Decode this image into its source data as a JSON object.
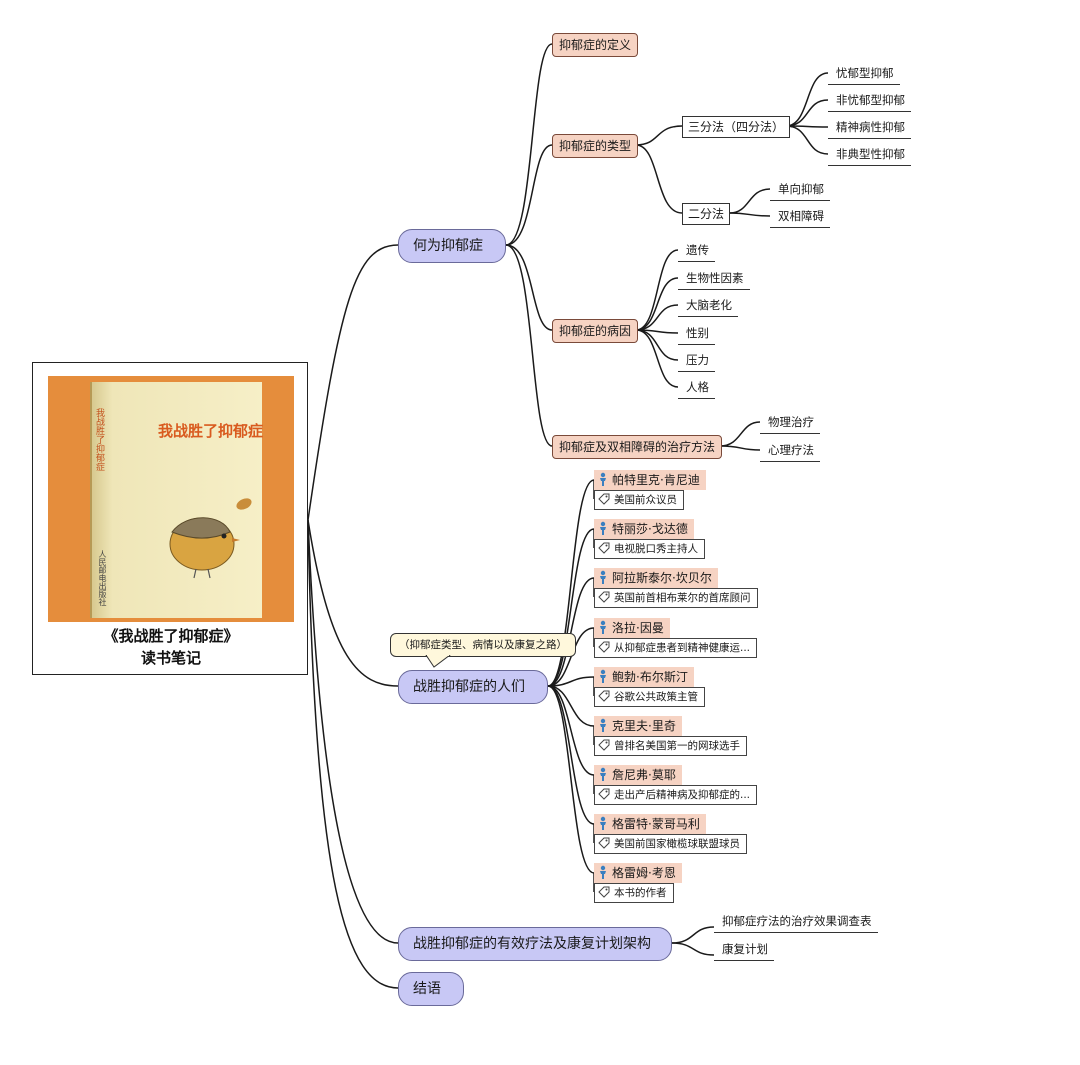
{
  "book": {
    "cover_title": "我战胜了抑郁症",
    "cover_spine": "我战胜了抑郁症",
    "cover_publisher": "人民邮电出版社",
    "caption_line1": "《我战胜了抑郁症》",
    "caption_line2": "读书笔记"
  },
  "branches": {
    "what": {
      "label": "何为抑郁症",
      "definition": "抑郁症的定义",
      "types": {
        "label": "抑郁症的类型",
        "three": {
          "label": "三分法（四分法）",
          "items": [
            "忧郁型抑郁",
            "非忧郁型抑郁",
            "精神病性抑郁",
            "非典型性抑郁"
          ]
        },
        "two": {
          "label": "二分法",
          "items": [
            "单向抑郁",
            "双相障碍"
          ]
        }
      },
      "causes": {
        "label": "抑郁症的病因",
        "items": [
          "遗传",
          "生物性因素",
          "大脑老化",
          "性别",
          "压力",
          "人格"
        ]
      },
      "treatment": {
        "label": "抑郁症及双相障碍的治疗方法",
        "items": [
          "物理治疗",
          "心理疗法"
        ]
      }
    },
    "people": {
      "label": "战胜抑郁症的人们",
      "callout": "（抑郁症类型、病情以及康复之路）",
      "list": [
        {
          "name": "帕特里克·肯尼迪",
          "note": "美国前众议员"
        },
        {
          "name": "特丽莎·戈达德",
          "note": "电视脱口秀主持人"
        },
        {
          "name": "阿拉斯泰尔·坎贝尔",
          "note": "英国前首相布莱尔的首席顾问"
        },
        {
          "name": "洛拉·因曼",
          "note": "从抑郁症患者到精神健康运..."
        },
        {
          "name": "鲍勃·布尔斯汀",
          "note": "谷歌公共政策主管"
        },
        {
          "name": "克里夫·里奇",
          "note": "曾排名美国第一的网球选手"
        },
        {
          "name": "詹尼弗·莫耶",
          "note": "走出产后精神病及抑郁症的..."
        },
        {
          "name": "格雷特·蒙哥马利",
          "note": "美国前国家橄榄球联盟球员"
        },
        {
          "name": "格雷姆·考恩",
          "note": "本书的作者"
        }
      ]
    },
    "therapy": {
      "label": "战胜抑郁症的有效疗法及康复计划架构",
      "items": [
        "抑郁症疗法的治疗效果调查表",
        "康复计划"
      ]
    },
    "conclusion": {
      "label": "结语"
    }
  },
  "colors": {
    "main_node": "#c8c8f5",
    "sub_node": "#f6d3c3",
    "person_icon": "#3a7fc0",
    "cover_orange": "#e58d3c"
  },
  "icons": {
    "person": "person-icon",
    "tag": "tag-icon"
  }
}
